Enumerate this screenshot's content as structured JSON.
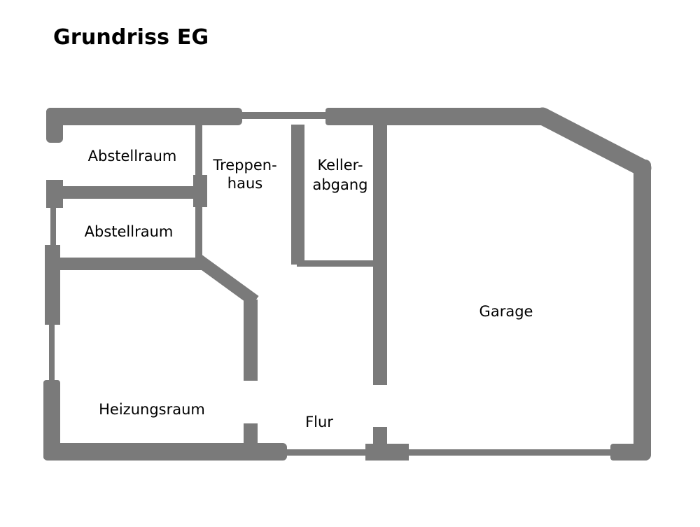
{
  "title": "Grundriss EG",
  "colors": {
    "wall": "#7a7a7a",
    "window": "#7a7a7a",
    "text": "#000000",
    "background": "#ffffff"
  },
  "rooms": {
    "abstellraum_1": "Abstellraum",
    "abstellraum_2": "Abstellraum",
    "treppenhaus_line1": "Treppen-",
    "treppenhaus_line2": "haus",
    "kellerabgang_line1": "Keller-",
    "kellerabgang_line2": "abgang",
    "garage": "Garage",
    "heizungsraum": "Heizungsraum",
    "flur": "Flur"
  }
}
